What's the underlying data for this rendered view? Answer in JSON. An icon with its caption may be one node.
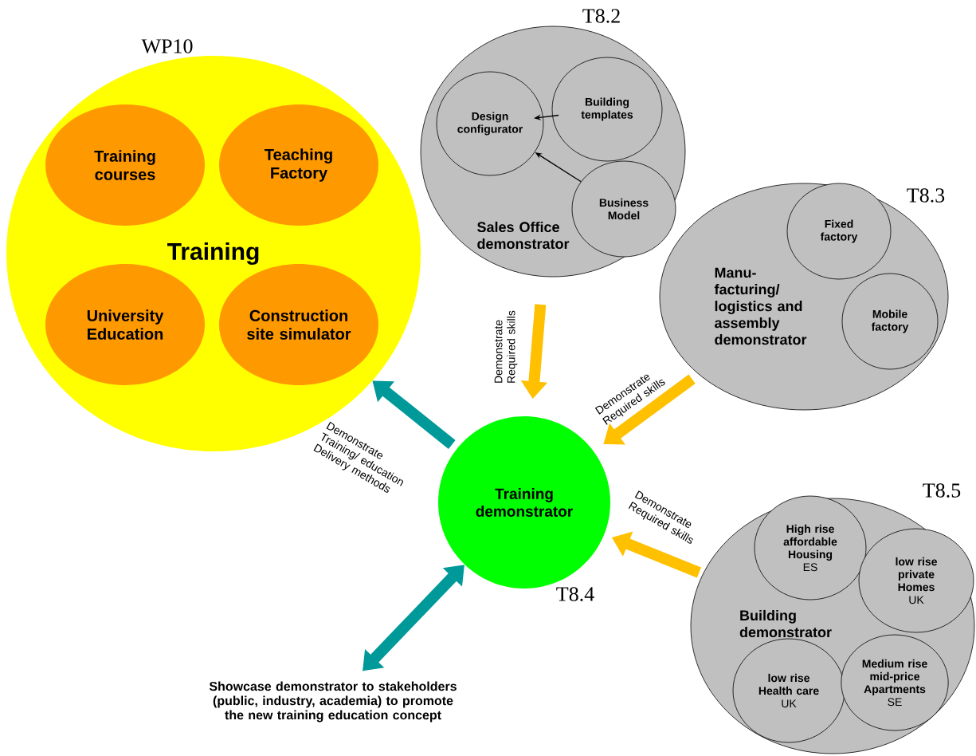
{
  "diagram": {
    "nodes": [
      {
        "text": [
          "Training"
        ],
        "beside": [
          "WP10"
        ]
      },
      {
        "text": [
          "Training courses"
        ],
        "in": 0
      },
      {
        "text": [
          "Teaching Factory"
        ],
        "in": 0
      },
      {
        "text": [
          "University Education"
        ],
        "in": 0
      },
      {
        "text": [
          "Construction site simulator"
        ],
        "in": 0
      },
      {
        "text": [
          "Sales Office demonstrator"
        ],
        "beside": [
          "T8.2"
        ]
      },
      {
        "text": [
          "Design configurator"
        ],
        "in": 5
      },
      {
        "text": [
          "Building templates"
        ],
        "in": 5
      },
      {
        "text": [
          "Business Model"
        ],
        "in": 5
      },
      {
        "text": [
          "Manu- facturing/ logistics and assembly demonstrator"
        ],
        "beside": [
          "T8.3"
        ]
      },
      {
        "text": [
          "Fixed factory"
        ],
        "in": 9
      },
      {
        "text": [
          "Mobile factory"
        ],
        "in": 9
      },
      {
        "text": [
          "Training demonstrator"
        ],
        "beside": [
          "T8.4"
        ]
      },
      {
        "text": [
          "Building demonstrator"
        ],
        "beside": [
          "T8.5"
        ]
      },
      {
        "text": [
          "High rise affordable Housing",
          "ES"
        ],
        "in": 13
      },
      {
        "text": [
          "low rise private Homes",
          "UK"
        ],
        "in": 13
      },
      {
        "text": [
          "low rise Health care",
          "UK"
        ],
        "in": 13
      },
      {
        "text": [
          "Medium rise mid-price Apartments",
          "SE"
        ],
        "in": 13
      },
      {
        "text": [
          "Showcase demonstrator to stakeholders (public, industry, academia) to promote the new training education concept"
        ]
      }
    ],
    "edges": [
      {
        "from": 7,
        "to": 6,
        "arrow": "to",
        "color": "#000000"
      },
      {
        "from": 8,
        "to": 6,
        "arrow": "to",
        "color": "#000000"
      },
      {
        "from": 5,
        "to": 12,
        "arrow": "to",
        "label": "Demonstrate Required skills",
        "color": "#ffc000"
      },
      {
        "from": 9,
        "to": 12,
        "arrow": "to",
        "label": "Demonstrate Required skills",
        "color": "#ffc000"
      },
      {
        "from": 13,
        "to": 12,
        "arrow": "to",
        "label": "Demonstrate Required skills",
        "color": "#ffc000"
      },
      {
        "from": 12,
        "to": 0,
        "arrow": "to",
        "label": "Demonstrate Training/ education Delivery methods",
        "color": "#009999"
      },
      {
        "from": 12,
        "to": 18,
        "arrow": "both",
        "color": "#009999"
      }
    ]
  }
}
